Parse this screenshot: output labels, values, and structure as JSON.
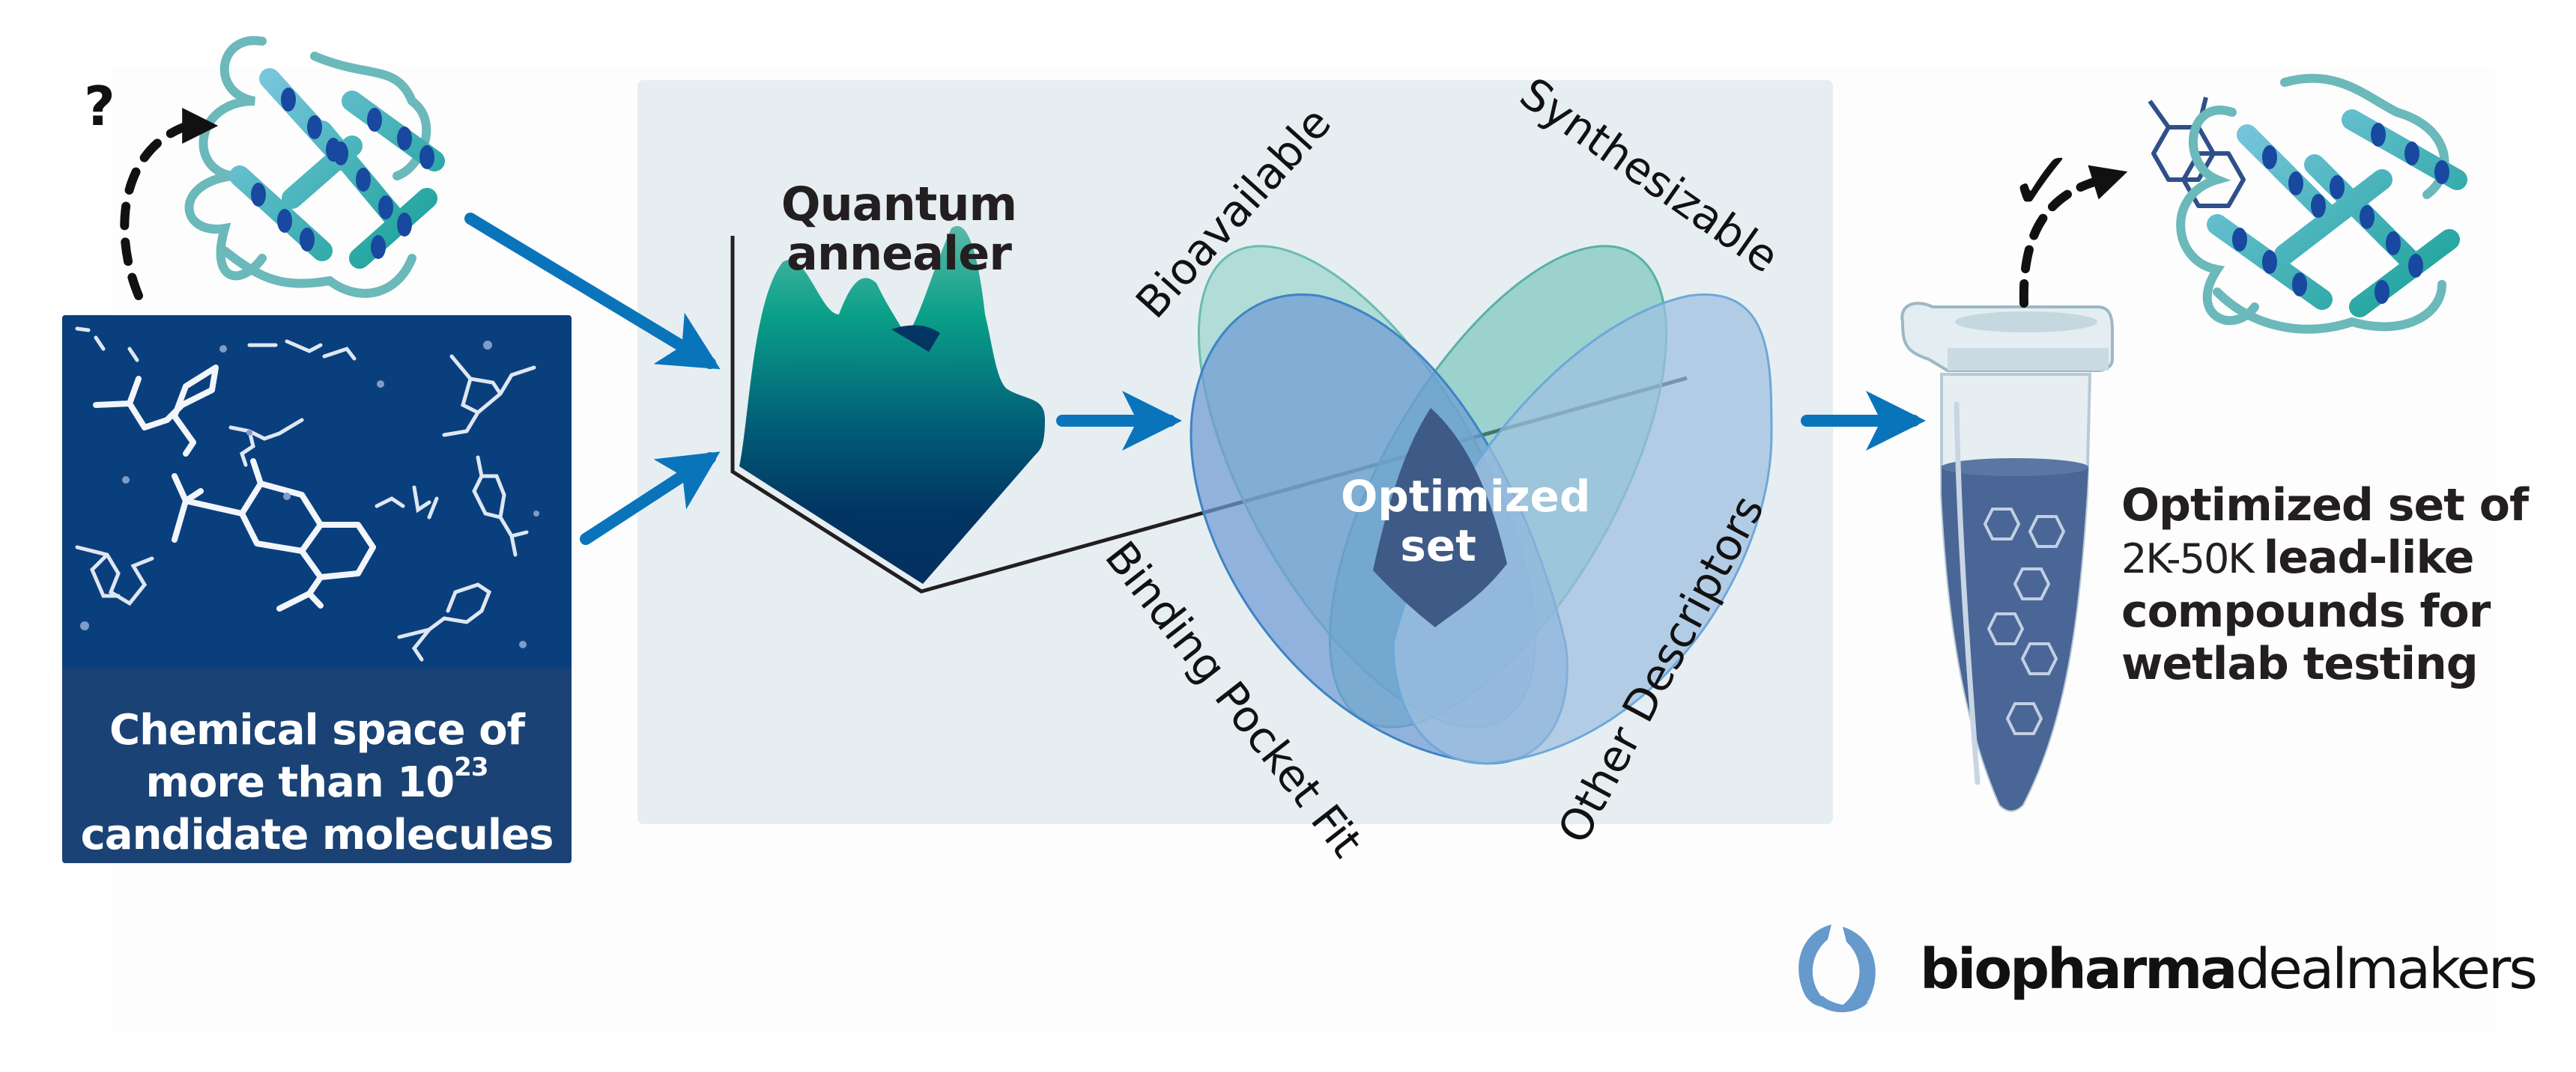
{
  "left_panel": {
    "caption_line1": "Chemical space of",
    "caption_line2_prefix": "more than 10",
    "caption_line2_exponent": "23",
    "caption_line3": "candidate molecules",
    "question_mark": "?"
  },
  "center_panel": {
    "annealer_title_line1": "Quantum",
    "annealer_title_line2": "annealer",
    "venn": {
      "sets": [
        "Bioavailable",
        "Synthesizable",
        "Binding Pocket Fit",
        "Other Descriptors"
      ],
      "intersection_line1": "Optimized",
      "intersection_line2": "set"
    }
  },
  "right_panel": {
    "check_mark": "✓",
    "text_line1": "Optimized set of",
    "text_range": "2K-50K",
    "text_line2": "lead-like",
    "text_line3": "compounds for",
    "text_line4": "wetlab testing"
  },
  "logo": {
    "bold_part": "biopharma",
    "light_part": "dealmakers"
  },
  "colors": {
    "arrow_blue": "#0a74bb",
    "panel_bg": "#e6eef2",
    "chem_box_dark": "#0a3f7e",
    "chem_box_caption": "#1a4275",
    "venn_teal_light": "#8fd0c6",
    "venn_teal": "#5cb8b0",
    "venn_blue": "#6f9bd3",
    "venn_blue_light": "#9ebfe0",
    "intersection": "#3e5a86",
    "tube_liquid": "#4a6696",
    "logo_blue": "#6699cc",
    "text_dark": "#231f20"
  }
}
